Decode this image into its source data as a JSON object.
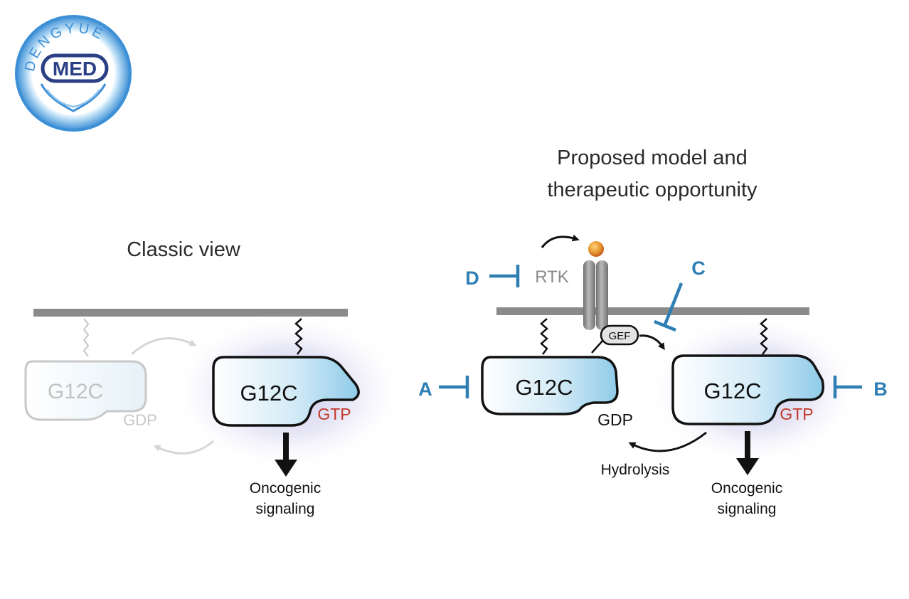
{
  "logo": {
    "ring_text": "DENGYUE",
    "wordmark": "MED",
    "colors": {
      "ring": "#3d8fd6",
      "ring_light": "#8cc3ee",
      "navy": "#2a3f86"
    }
  },
  "left_panel": {
    "title": "Classic view",
    "ghost_protein_label": "G12C",
    "ghost_nucleotide_label": "GDP",
    "active_protein_label": "G12C",
    "active_nucleotide_label": "GTP",
    "output_line1": "Oncogenic",
    "output_line2": "signaling"
  },
  "right_panel": {
    "title_line1": "Proposed model and",
    "title_line2": "therapeutic opportunity",
    "receptor_label": "RTK",
    "gef_label": "GEF",
    "inactive_protein_label": "G12C",
    "inactive_nucleotide_label": "GDP",
    "hydrolysis_label": "Hydrolysis",
    "active_protein_label": "G12C",
    "active_nucleotide_label": "GTP",
    "output_line1": "Oncogenic",
    "output_line2": "signaling",
    "inhibitors": {
      "a": "A",
      "b": "B",
      "c": "C",
      "d": "D"
    }
  },
  "colors": {
    "membrane": "#8a8a8a",
    "inhibitor": "#2f7fb5",
    "gtp_text": "#c0392b",
    "protein_fill": "#b9def0",
    "ghost": "#c8c8c8",
    "glow": "#9a98d8",
    "ligand": "#e8a23a"
  }
}
